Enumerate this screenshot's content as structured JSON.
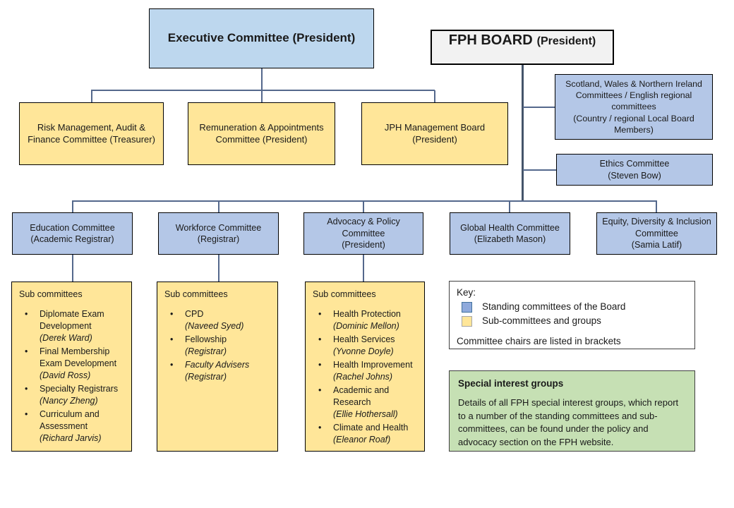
{
  "org": {
    "exec": {
      "label": "Executive Committee (President)"
    },
    "board": {
      "label": "FPH BOARD",
      "chair": "(President)"
    },
    "risk": {
      "label": "Risk Management, Audit & Finance Committee (Treasurer)"
    },
    "remuneration": {
      "label": "Remuneration & Appointments Committee (President)"
    },
    "jph": {
      "label": "JPH Management Board",
      "chair": "(President)"
    },
    "regional": {
      "label": "Scotland, Wales & Northern Ireland Committees / English regional committees",
      "chair": "(Country / regional Local Board Members)"
    },
    "ethics": {
      "label": "Ethics Committee",
      "chair": "(Steven Bow)"
    },
    "education": {
      "label": "Education Committee",
      "chair": "(Academic Registrar)"
    },
    "workforce": {
      "label": "Workforce Committee",
      "chair": "(Registrar)"
    },
    "advocacy": {
      "label": "Advocacy & Policy Committee",
      "chair": "(President)"
    },
    "global_health": {
      "label": "Global Health Committee",
      "chair": "(Elizabeth Mason)"
    },
    "equity": {
      "label": "Equity, Diversity & Inclusion Committee",
      "chair": "(Samia Latif)"
    }
  },
  "subcommittees": {
    "title": "Sub committees",
    "education": {
      "items": [
        {
          "name": "Diplomate Exam Development",
          "chair": "(Derek Ward)"
        },
        {
          "name": "Final Membership Exam Development",
          "chair": "(David Ross)"
        },
        {
          "name": "Specialty Registrars",
          "chair": "(Nancy Zheng)"
        },
        {
          "name": "Curriculum and Assessment",
          "chair": "(Richard Jarvis)"
        }
      ]
    },
    "workforce": {
      "items": [
        {
          "name": "CPD",
          "chair": "(Naveed Syed)"
        },
        {
          "name": "Fellowship",
          "chair": "(Registrar)"
        },
        {
          "name": "Faculty Advisers",
          "chair": "(Registrar)"
        }
      ]
    },
    "advocacy": {
      "items": [
        {
          "name": "Health Protection",
          "chair": "(Dominic Mellon)"
        },
        {
          "name": "Health Services",
          "chair": "(Yvonne Doyle)"
        },
        {
          "name": "Health Improvement",
          "chair": "(Rachel Johns)"
        },
        {
          "name": "Academic and Research",
          "chair": "(Ellie Hothersall)"
        },
        {
          "name": "Climate and Health",
          "chair": "(Eleanor Roaf)"
        }
      ]
    }
  },
  "key": {
    "title": "Key:",
    "items": [
      {
        "swatch": "standing-committee-blue",
        "label": "Standing committees of the Board"
      },
      {
        "swatch": "subcommittee-yellow",
        "label": "Sub-committees and groups"
      }
    ],
    "note": "Committee chairs are listed in brackets"
  },
  "special": {
    "title": "Special interest groups",
    "body": "Details of all FPH special interest groups, which report to a number of the standing committees and sub-committees, can be found under the policy and advocacy section on the FPH website."
  },
  "colors": {
    "executive_fill": "#BDD7EE",
    "standing_committee_fill": "#B4C7E7",
    "subcommittee_fill": "#FFE699",
    "board_fill": "#F2F2F2",
    "special_interest_fill": "#C6E0B4",
    "key_swatch_blue": "#8FAADC",
    "key_swatch_yellow": "#FFE699",
    "connector": "#44546A",
    "box_border": "#000000"
  }
}
